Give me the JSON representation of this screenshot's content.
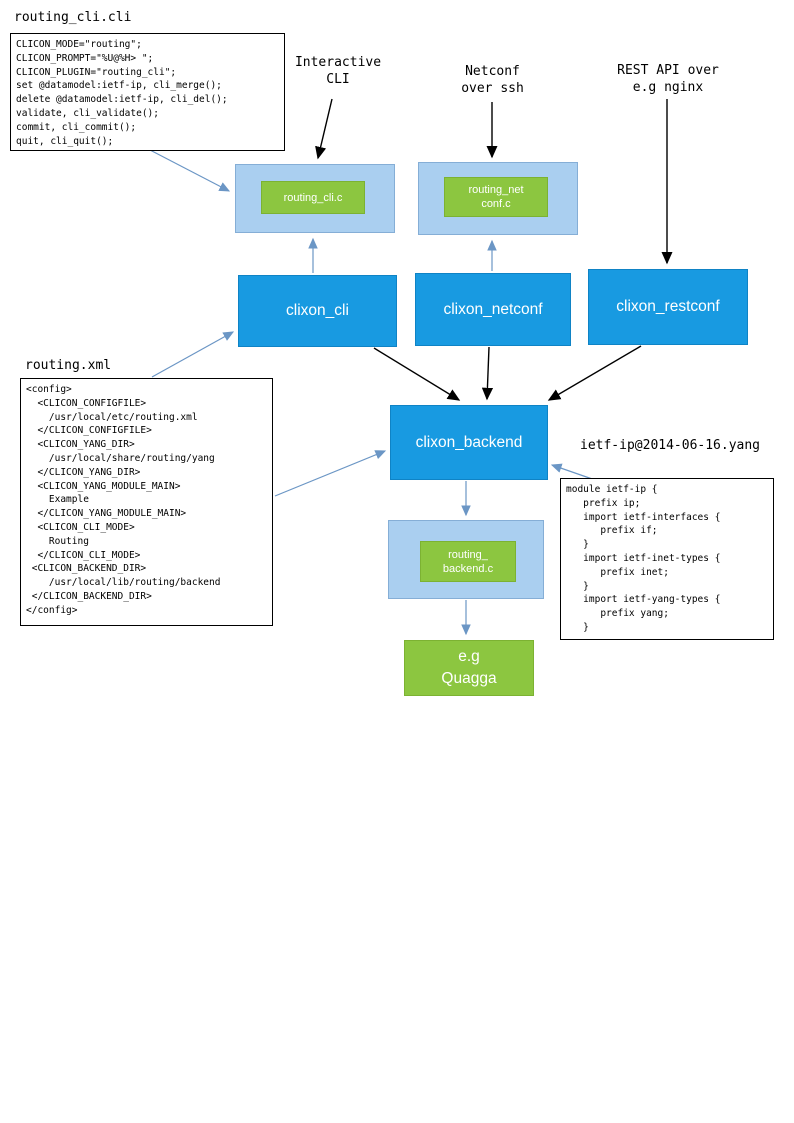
{
  "colors": {
    "box_blue": "#189ae1",
    "box_light_blue": "#aacff0",
    "box_green": "#8cc640",
    "arrow_blue": "#6b96c5",
    "arrow_black": "#000000"
  },
  "cli_file": {
    "title": "routing_cli.cli",
    "code": "CLICON_MODE=\"routing\";\nCLICON_PROMPT=\"%U@%H> \";\nCLICON_PLUGIN=\"routing_cli\";\nset @datamodel:ietf-ip, cli_merge();\ndelete @datamodel:ietf-ip, cli_del();\nvalidate, cli_validate();\ncommit, cli_commit();\nquit, cli_quit();"
  },
  "annotations": {
    "interactive_cli": "Interactive\nCLI",
    "netconf_ssh": "Netconf\nover ssh",
    "rest_api": "REST API over\ne.g nginx"
  },
  "nodes": {
    "routing_cli_c": "routing_cli.c",
    "routing_netconf_c": "routing_net\nconf.c",
    "clixon_cli": "clixon_cli",
    "clixon_netconf": "clixon_netconf",
    "clixon_restconf": "clixon_restconf",
    "clixon_backend": "clixon_backend",
    "routing_backend_c": "routing_\nbackend.c",
    "quagga": "e.g\nQuagga"
  },
  "xml_config": {
    "title": "routing.xml",
    "code": "<config>\n  <CLICON_CONFIGFILE>\n    /usr/local/etc/routing.xml\n  </CLICON_CONFIGFILE>\n  <CLICON_YANG_DIR>\n    /usr/local/share/routing/yang\n  </CLICON_YANG_DIR>\n  <CLICON_YANG_MODULE_MAIN>\n    Example\n  </CLICON_YANG_MODULE_MAIN>\n  <CLICON_CLI_MODE>\n    Routing\n  </CLICON_CLI_MODE>\n <CLICON_BACKEND_DIR>\n    /usr/local/lib/routing/backend\n </CLICON_BACKEND_DIR>\n</config>"
  },
  "yang_module": {
    "title": "ietf-ip@2014-06-16.yang",
    "code": "module ietf-ip {\n   prefix ip;\n   import ietf-interfaces {\n      prefix if;\n   }\n   import ietf-inet-types {\n      prefix inet;\n   }\n   import ietf-yang-types {\n      prefix yang;\n   }"
  }
}
